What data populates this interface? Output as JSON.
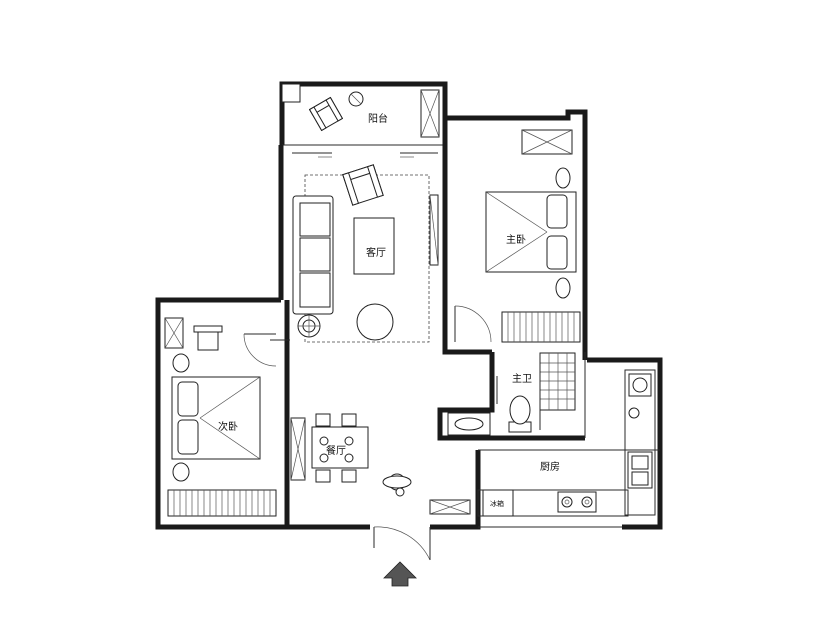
{
  "rooms": {
    "balcony": "阳台",
    "living_room": "客厅",
    "master_bedroom": "主卧",
    "master_bath": "主卫",
    "second_bedroom": "次卧",
    "dining_room": "餐厅",
    "kitchen": "厨房",
    "fridge": "冰箱"
  }
}
